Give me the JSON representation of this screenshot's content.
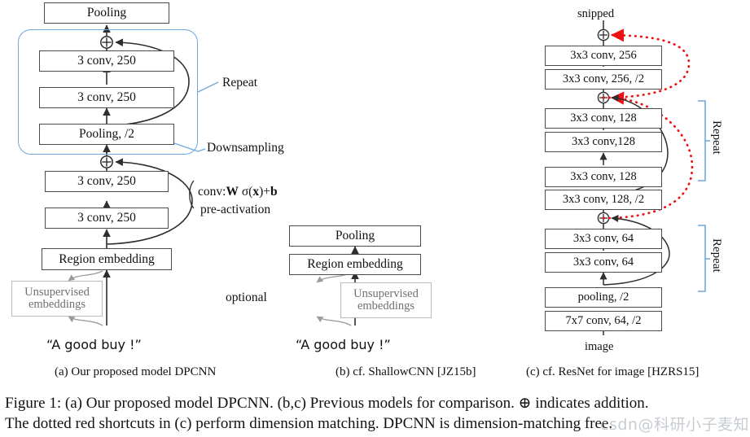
{
  "figure": {
    "caption_line1": "Figure 1:  (a) Our proposed model DPCNN. (b,c) Previous models for comparison.   ⊕ indicates addition.",
    "caption_line2": "The dotted red shortcuts in (c) perform dimension matching. DPCNN is dimension-matching free.",
    "watermark": "csdn@科研小子麦知"
  },
  "colors": {
    "box_border": "#4a4a4a",
    "blue_accent": "#6fa8dc",
    "red_shortcut": "#ee1111",
    "ghost_gray": "#b9b9b9",
    "text": "#111111"
  },
  "panel_a": {
    "subcaption": "(a)  Our proposed model DPCNN",
    "boxes": [
      {
        "label": "Pooling"
      },
      {
        "label": "3 conv, 250"
      },
      {
        "label": "3 conv, 250"
      },
      {
        "label": "Pooling, /2"
      },
      {
        "label": "3 conv, 250"
      },
      {
        "label": "3 conv, 250"
      },
      {
        "label": "Region embedding"
      }
    ],
    "ghost_box": "Unsupervised\nembeddings",
    "input_text": "“A good buy !”",
    "annotations": {
      "repeat": "Repeat",
      "downsampling": "Downsampling",
      "conv_formula": "conv:W σ(x)+b",
      "pre_activation": "pre-activation",
      "optional": "optional"
    }
  },
  "panel_b": {
    "subcaption": "(b)  cf. ShallowCNN [JZ15b]",
    "boxes": [
      {
        "label": "Pooling"
      },
      {
        "label": "Region embedding"
      }
    ],
    "ghost_box": "Unsupervised\nembeddings",
    "input_text": "“A good buy !”"
  },
  "panel_c": {
    "subcaption": "(c)  cf. ResNet for image [HZRS15]",
    "top_label": "snipped",
    "bottom_label": "image",
    "boxes": [
      {
        "label": "3x3 conv, 256"
      },
      {
        "label": "3x3 conv, 256, /2"
      },
      {
        "label": "3x3 conv, 128"
      },
      {
        "label": "3x3 conv,128"
      },
      {
        "label": "3x3 conv, 128"
      },
      {
        "label": "3x3 conv, 128, /2"
      },
      {
        "label": "3x3 conv, 64"
      },
      {
        "label": "3x3 conv, 64"
      },
      {
        "label": "pooling, /2"
      },
      {
        "label": "7x7 conv, 64, /2"
      }
    ],
    "repeat_upper": "Repeat",
    "repeat_lower": "Repeat"
  }
}
